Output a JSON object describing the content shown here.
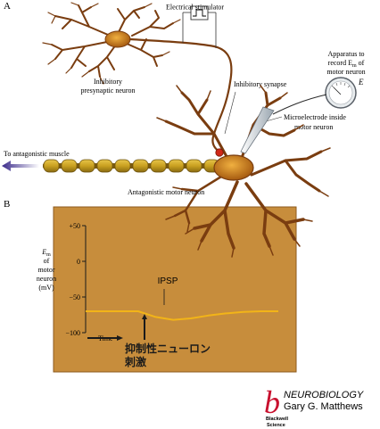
{
  "panel_a": {
    "letter": "A",
    "stimulator_label": "Electrical stimulator",
    "inhibitory_neuron_label": [
      "Inhibitory",
      "presynaptic neuron"
    ],
    "apparatus_label": [
      "Apparatus to",
      "record E",
      "m",
      " of",
      "motor neuron"
    ],
    "meter_symbol": "E",
    "inhibitory_synapse_label": "Inhibitory synapse",
    "microelectrode_label": [
      "Microelectrode inside",
      "motor neuron"
    ],
    "antagonistic_muscle_label": "To antagonistic muscle",
    "motor_neuron_label": "Antagonistic motor neuron"
  },
  "panel_b": {
    "letter": "B",
    "y_axis_label": [
      "E",
      "m",
      "of",
      "motor",
      "neuron",
      "(mV)"
    ],
    "y_ticks": [
      "+50",
      "0",
      "−50",
      "−100"
    ],
    "x_axis_label": "Time",
    "ipsp_label": "IPSP",
    "stimulus_label": [
      "抑制性ニューロン",
      "刺激"
    ]
  },
  "chart_data": {
    "type": "line",
    "ylim": [
      -100,
      50
    ],
    "yticks": [
      50,
      0,
      -50,
      -100
    ],
    "series": [
      {
        "values": [
          -70,
          -70,
          -70,
          -70,
          -78,
          -82,
          -80,
          -76,
          -73,
          -71,
          -70,
          -70
        ]
      }
    ],
    "trace_color": "#f2b418"
  },
  "credits": {
    "book_title": "NEUROBIOLOGY",
    "author": "Gary G. Matthews",
    "publisher_logo_letter": "b",
    "publisher": [
      "Blackwell",
      "Science"
    ],
    "logo_color": "#c8102e"
  },
  "colors": {
    "neuron": "#7a3d10",
    "neuron_body": "#c8801e",
    "panel_bg": "#c78d3c",
    "axon": "#c9a020"
  }
}
